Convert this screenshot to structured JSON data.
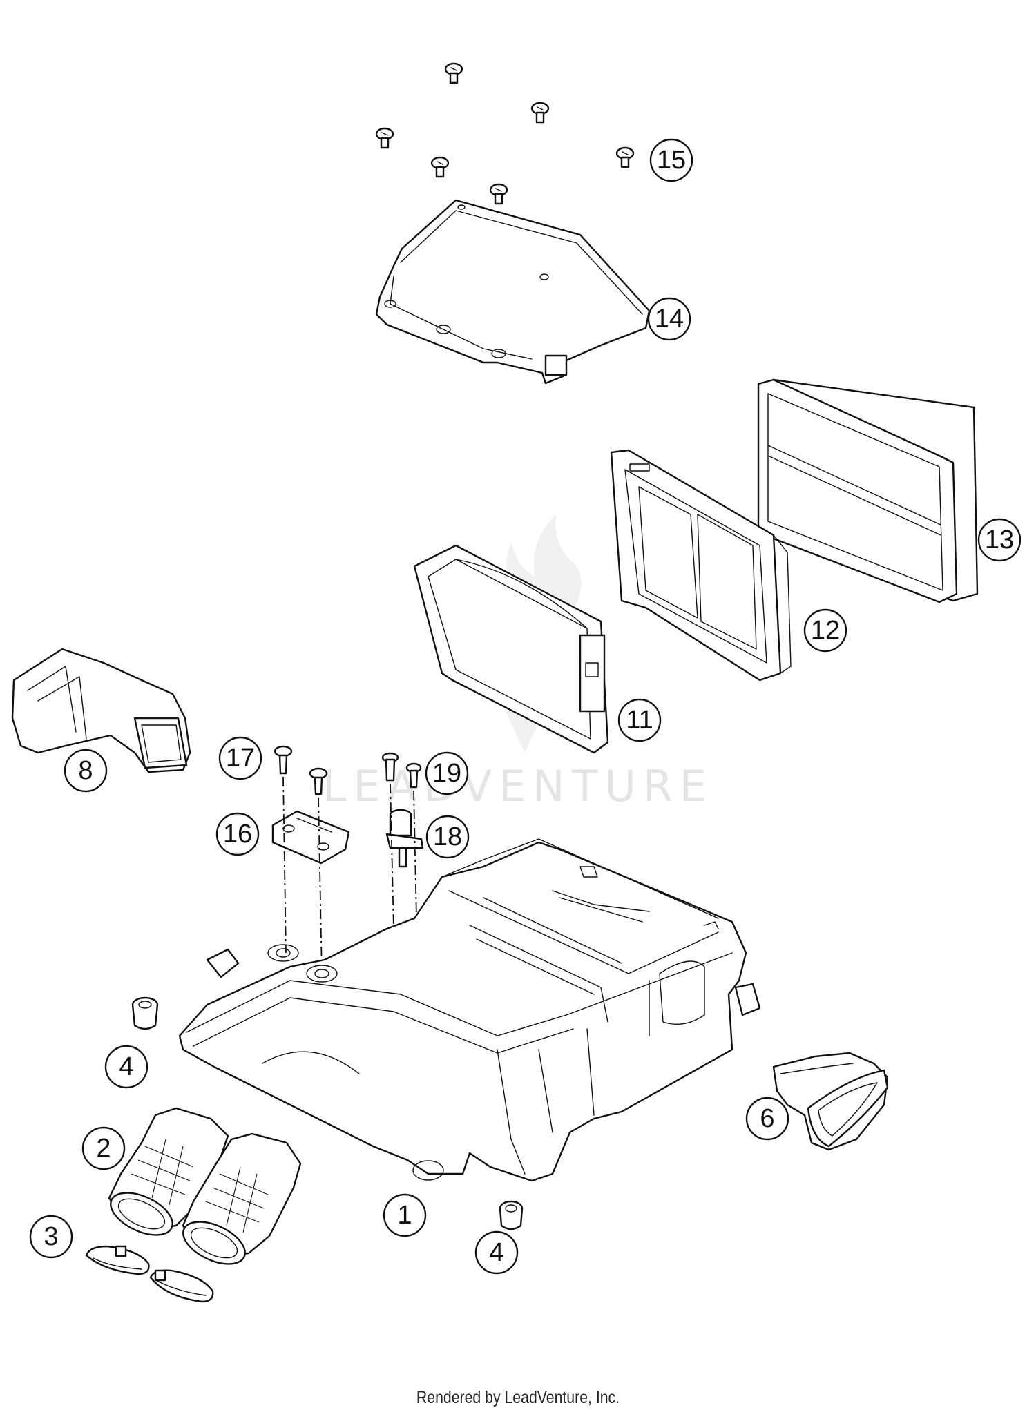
{
  "diagram": {
    "watermark": "LEADVENTURE",
    "footer": "Rendered by LeadVenture, Inc.",
    "callouts": [
      {
        "id": "c15",
        "label": "15"
      },
      {
        "id": "c14",
        "label": "14"
      },
      {
        "id": "c13",
        "label": "13"
      },
      {
        "id": "c12",
        "label": "12"
      },
      {
        "id": "c11",
        "label": "11"
      },
      {
        "id": "c8",
        "label": "8"
      },
      {
        "id": "c17",
        "label": "17"
      },
      {
        "id": "c19",
        "label": "19"
      },
      {
        "id": "c16",
        "label": "16"
      },
      {
        "id": "c18",
        "label": "18"
      },
      {
        "id": "c4a",
        "label": "4"
      },
      {
        "id": "c6",
        "label": "6"
      },
      {
        "id": "c2",
        "label": "2"
      },
      {
        "id": "c1",
        "label": "1"
      },
      {
        "id": "c3",
        "label": "3"
      },
      {
        "id": "c4b",
        "label": "4"
      }
    ]
  }
}
